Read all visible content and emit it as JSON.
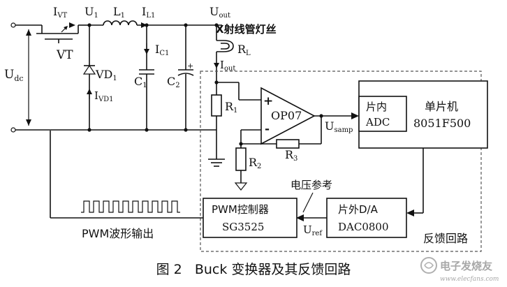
{
  "labels": {
    "udc": "U",
    "udc_sub": "dc",
    "ivt": "I",
    "ivt_sub": "VT",
    "u1": "U",
    "u1_sub": "1",
    "l1": "L",
    "l1_sub": "1",
    "il1": "I",
    "il1_sub": "L1",
    "uout": "U",
    "uout_sub": "out",
    "xray": "X射线管灯丝",
    "rl": "R",
    "rl_sub": "L",
    "iout": "I",
    "iout_sub": "out",
    "vt": "VT",
    "vd1": "VD",
    "vd1_sub": "1",
    "ivd1": "I",
    "ivd1_sub": "VD1",
    "ic1": "I",
    "ic1_sub": "C1",
    "c1": "C",
    "c1_sub": "1",
    "c2": "C",
    "c2_sub": "2",
    "r1": "R",
    "r1_sub": "1",
    "r2": "R",
    "r2_sub": "2",
    "r3": "R",
    "r3_sub": "3",
    "op07": "OP07",
    "plus": "+",
    "minus": "-",
    "usamp": "U",
    "usamp_sub": "samp",
    "adc_top": "片内",
    "adc_bottom": "ADC",
    "mcu_top": "单片机",
    "mcu_bottom": "8051F500",
    "vref_label": "电压参考",
    "pwm_top": "PWM控制器",
    "pwm_bottom": "SG3525",
    "uref": "U",
    "uref_sub": "ref",
    "dac_top": "片外D/A",
    "dac_bottom": "DAC0800",
    "feedback": "反馈回路",
    "pwm_wave": "PWM波形输出",
    "c2_polarity": "+"
  },
  "caption": "图 2   Buck 变换器及其反馈回路",
  "watermark": {
    "text": "电子发烧友",
    "url": "www.elecfans.com"
  }
}
